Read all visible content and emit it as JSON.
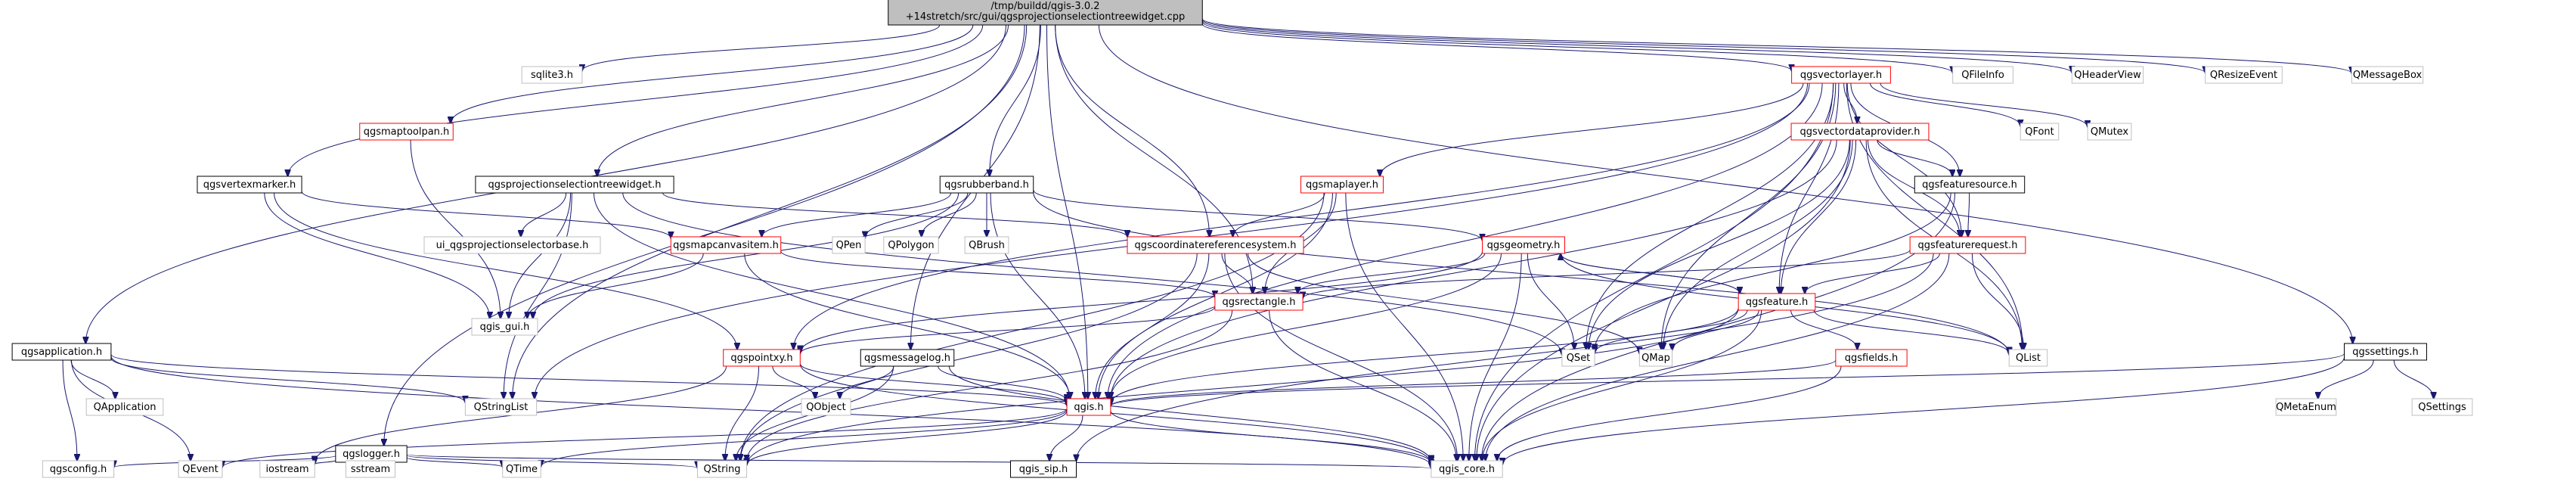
{
  "nodes": {
    "root": {
      "lines": [
        "/tmp/buildd/qgis-3.0.2",
        "+14stretch/src/gui/qgsprojectionselectiontreewidget.cpp"
      ],
      "border": "root"
    },
    "sqlite3": {
      "lines": [
        "sqlite3.h"
      ],
      "border": "gray"
    },
    "qfileinfo": {
      "lines": [
        "QFileInfo"
      ],
      "border": "gray"
    },
    "qheaderview": {
      "lines": [
        "QHeaderView"
      ],
      "border": "gray"
    },
    "qresizeevent": {
      "lines": [
        "QResizeEvent"
      ],
      "border": "gray"
    },
    "qmessagebox": {
      "lines": [
        "QMessageBox"
      ],
      "border": "gray"
    },
    "qgsvectorlayer": {
      "lines": [
        "qgsvectorlayer.h"
      ],
      "border": "red"
    },
    "qgsmaptoolpan": {
      "lines": [
        "qgsmaptoolpan.h"
      ],
      "border": "red"
    },
    "qgsvertexmarker": {
      "lines": [
        "qgsvertexmarker.h"
      ],
      "border": "black"
    },
    "qgsprojselwidget": {
      "lines": [
        "qgsprojectionselectiontreewidget.h"
      ],
      "border": "black"
    },
    "qgsrubberband": {
      "lines": [
        "qgsrubberband.h"
      ],
      "border": "black"
    },
    "qgsmaplayer": {
      "lines": [
        "qgsmaplayer.h"
      ],
      "border": "red"
    },
    "qgsvectordataprovider": {
      "lines": [
        "qgsvectordataprovider.h"
      ],
      "border": "red"
    },
    "qfont": {
      "lines": [
        "QFont"
      ],
      "border": "gray"
    },
    "qmutex": {
      "lines": [
        "QMutex"
      ],
      "border": "gray"
    },
    "qgsfeaturesource": {
      "lines": [
        "qgsfeaturesource.h"
      ],
      "border": "black"
    },
    "qgsfeaturerequest": {
      "lines": [
        "qgsfeaturerequest.h"
      ],
      "border": "red"
    },
    "ui_qgsprojsel": {
      "lines": [
        "ui_qgsprojectionselectorbase.h"
      ],
      "border": "gray"
    },
    "qgsmapcanvasitem": {
      "lines": [
        "qgsmapcanvasitem.h"
      ],
      "border": "red"
    },
    "qpen": {
      "lines": [
        "QPen"
      ],
      "border": "gray"
    },
    "qpolygon": {
      "lines": [
        "QPolygon"
      ],
      "border": "gray"
    },
    "qbrush": {
      "lines": [
        "QBrush"
      ],
      "border": "gray"
    },
    "qgscrs": {
      "lines": [
        "qgscoordinatereferencesystem.h"
      ],
      "border": "red"
    },
    "qgsgeometry": {
      "lines": [
        "qgsgeometry.h"
      ],
      "border": "red"
    },
    "qgsrectangle": {
      "lines": [
        "qgsrectangle.h"
      ],
      "border": "red"
    },
    "qgsfeature": {
      "lines": [
        "qgsfeature.h"
      ],
      "border": "red"
    },
    "qgis_gui": {
      "lines": [
        "qgis_gui.h"
      ],
      "border": "gray"
    },
    "qgsapplication": {
      "lines": [
        "qgsapplication.h"
      ],
      "border": "black"
    },
    "qgspointxy": {
      "lines": [
        "qgspointxy.h"
      ],
      "border": "red"
    },
    "qgsmessagelog": {
      "lines": [
        "qgsmessagelog.h"
      ],
      "border": "black"
    },
    "qset": {
      "lines": [
        "QSet"
      ],
      "border": "gray"
    },
    "qmap": {
      "lines": [
        "QMap"
      ],
      "border": "gray"
    },
    "qgsfields": {
      "lines": [
        "qgsfields.h"
      ],
      "border": "red"
    },
    "qlist": {
      "lines": [
        "QList"
      ],
      "border": "gray"
    },
    "qgssettings": {
      "lines": [
        "qgssettings.h"
      ],
      "border": "black"
    },
    "qapplication": {
      "lines": [
        "QApplication"
      ],
      "border": "gray"
    },
    "qstringlist": {
      "lines": [
        "QStringList"
      ],
      "border": "gray"
    },
    "qobject": {
      "lines": [
        "QObject"
      ],
      "border": "gray"
    },
    "qgis": {
      "lines": [
        "qgis.h"
      ],
      "border": "red"
    },
    "qmetaenum": {
      "lines": [
        "QMetaEnum"
      ],
      "border": "gray"
    },
    "qsettings": {
      "lines": [
        "QSettings"
      ],
      "border": "gray"
    },
    "qgslogger": {
      "lines": [
        "qgslogger.h"
      ],
      "border": "black"
    },
    "qgsconfig": {
      "lines": [
        "qgsconfig.h"
      ],
      "border": "gray"
    },
    "qevent": {
      "lines": [
        "QEvent"
      ],
      "border": "gray"
    },
    "iostream": {
      "lines": [
        "iostream"
      ],
      "border": "gray"
    },
    "sstream": {
      "lines": [
        "sstream"
      ],
      "border": "gray"
    },
    "qtime": {
      "lines": [
        "QTime"
      ],
      "border": "gray"
    },
    "qstring": {
      "lines": [
        "QString"
      ],
      "border": "gray"
    },
    "qgis_sip": {
      "lines": [
        "qgis_sip.h"
      ],
      "border": "black"
    },
    "qgis_core": {
      "lines": [
        "qgis_core.h"
      ],
      "border": "gray"
    }
  },
  "edges": [
    [
      "root",
      "sqlite3"
    ],
    [
      "root",
      "qfileinfo"
    ],
    [
      "root",
      "qheaderview"
    ],
    [
      "root",
      "qresizeevent"
    ],
    [
      "root",
      "qmessagebox"
    ],
    [
      "root",
      "qgsvectorlayer"
    ],
    [
      "root",
      "qgsmaptoolpan"
    ],
    [
      "root",
      "qgsvertexmarker"
    ],
    [
      "root",
      "qgsprojselwidget"
    ],
    [
      "root",
      "qgsrubberband"
    ],
    [
      "root",
      "qgsapplication"
    ],
    [
      "root",
      "qgslogger"
    ],
    [
      "root",
      "qgis"
    ],
    [
      "root",
      "qgscrs"
    ],
    [
      "root",
      "qgsrectangle"
    ],
    [
      "root",
      "qgsmessagelog"
    ],
    [
      "root",
      "qgssettings"
    ],
    [
      "root",
      "qstringlist"
    ],
    [
      "qgsvectorlayer",
      "qgsmaplayer"
    ],
    [
      "qgsvectorlayer",
      "qgsvectordataprovider"
    ],
    [
      "qgsvectorlayer",
      "qfont"
    ],
    [
      "qgsvectorlayer",
      "qmutex"
    ],
    [
      "qgsvectorlayer",
      "qgsfeaturesource"
    ],
    [
      "qgsvectorlayer",
      "qgsfeaturerequest"
    ],
    [
      "qgsvectorlayer",
      "qgsfeature"
    ],
    [
      "qgsvectorlayer",
      "qset"
    ],
    [
      "qgsvectorlayer",
      "qmap"
    ],
    [
      "qgsvectorlayer",
      "qlist"
    ],
    [
      "qgsvectorlayer",
      "qgis"
    ],
    [
      "qgsvectorlayer",
      "qgis_core"
    ],
    [
      "qgsvectorlayer",
      "qgspointxy"
    ],
    [
      "qgsvectorlayer",
      "qstringlist"
    ],
    [
      "qgsvectordataprovider",
      "qgsfeaturesource"
    ],
    [
      "qgsvectordataprovider",
      "qgsfeaturerequest"
    ],
    [
      "qgsvectordataprovider",
      "qgsfeature"
    ],
    [
      "qgsvectordataprovider",
      "qset"
    ],
    [
      "qgsvectordataprovider",
      "qmap"
    ],
    [
      "qgsvectordataprovider",
      "qlist"
    ],
    [
      "qgsvectordataprovider",
      "qgis_core"
    ],
    [
      "qgsvectordataprovider",
      "qgis"
    ],
    [
      "qgsfeaturesource",
      "qgsfeaturerequest"
    ],
    [
      "qgsfeaturesource",
      "qgis_core"
    ],
    [
      "qgsfeaturesource",
      "qset"
    ],
    [
      "qgsfeaturerequest",
      "qgsfeature"
    ],
    [
      "qgsfeaturerequest",
      "qgsrectangle"
    ],
    [
      "qgsfeaturerequest",
      "qlist"
    ],
    [
      "qgsfeaturerequest",
      "qgis_core"
    ],
    [
      "qgsfeaturerequest",
      "qgis_sip"
    ],
    [
      "qgsmaptoolpan",
      "qgis_gui"
    ],
    [
      "qgsvertexmarker",
      "qgsmapcanvasitem"
    ],
    [
      "qgsvertexmarker",
      "qgis_gui"
    ],
    [
      "qgsvertexmarker",
      "qgspointxy"
    ],
    [
      "qgsprojselwidget",
      "ui_qgsprojsel"
    ],
    [
      "qgsprojselwidget",
      "qgis_gui"
    ],
    [
      "qgsprojselwidget",
      "qgscrs"
    ],
    [
      "qgsprojselwidget",
      "qgis"
    ],
    [
      "qgsprojselwidget",
      "qset"
    ],
    [
      "qgsprojselwidget",
      "qstringlist"
    ],
    [
      "qgsrubberband",
      "qgsmapcanvasitem"
    ],
    [
      "qgsrubberband",
      "qpen"
    ],
    [
      "qgsrubberband",
      "qpolygon"
    ],
    [
      "qgsrubberband",
      "qbrush"
    ],
    [
      "qgsrubberband",
      "qgsgeometry"
    ],
    [
      "qgsrubberband",
      "qgis_gui"
    ],
    [
      "qgsrubberband",
      "qgis"
    ],
    [
      "qgsrubberband",
      "qlist"
    ],
    [
      "qgsmaplayer",
      "qgscrs"
    ],
    [
      "qgsmaplayer",
      "qgsrectangle"
    ],
    [
      "qgsmaplayer",
      "qgis"
    ],
    [
      "qgsmaplayer",
      "qgis_core"
    ],
    [
      "qgsmaplayer",
      "qstring"
    ],
    [
      "qgsmapcanvasitem",
      "qgsrectangle"
    ],
    [
      "qgsmapcanvasitem",
      "qgis_gui"
    ],
    [
      "qgsmapcanvasitem",
      "qgis"
    ],
    [
      "qgscrs",
      "qgsrectangle"
    ],
    [
      "qgscrs",
      "qmap"
    ],
    [
      "qgscrs",
      "qgis"
    ],
    [
      "qgscrs",
      "qgis_core"
    ],
    [
      "qgscrs",
      "qstring"
    ],
    [
      "qgsgeometry",
      "qgsfeature"
    ],
    [
      "qgsgeometry",
      "qgsrectangle"
    ],
    [
      "qgsgeometry",
      "qgspointxy"
    ],
    [
      "qgsgeometry",
      "qset"
    ],
    [
      "qgsgeometry",
      "qgis"
    ],
    [
      "qgsgeometry",
      "qgis_core"
    ],
    [
      "qgsgeometry",
      "qlist"
    ],
    [
      "qgsfeature",
      "qgsgeometry"
    ],
    [
      "qgsfeature",
      "qgsfields"
    ],
    [
      "qgsfeature",
      "qset"
    ],
    [
      "qgsfeature",
      "qmap"
    ],
    [
      "qgsfeature",
      "qlist"
    ],
    [
      "qgsfeature",
      "qgis"
    ],
    [
      "qgsfeature",
      "qgis_core"
    ],
    [
      "qgsfeature",
      "qstring"
    ],
    [
      "qgsrectangle",
      "qgspointxy"
    ],
    [
      "qgsrectangle",
      "qgis_core"
    ],
    [
      "qgsrectangle",
      "qstring"
    ],
    [
      "qgsfields",
      "qgis"
    ],
    [
      "qgsfields",
      "qgis_core"
    ],
    [
      "qgsapplication",
      "qapplication"
    ],
    [
      "qgsapplication",
      "qgsconfig"
    ],
    [
      "qgsapplication",
      "qevent"
    ],
    [
      "qgsapplication",
      "qstringlist"
    ],
    [
      "qgsapplication",
      "qgis"
    ],
    [
      "qgsapplication",
      "qgis_core"
    ],
    [
      "qgspointxy",
      "qgis"
    ],
    [
      "qgspointxy",
      "qobject"
    ],
    [
      "qgspointxy",
      "qstring"
    ],
    [
      "qgspointxy",
      "iostream"
    ],
    [
      "qgspointxy",
      "qgis_core"
    ],
    [
      "qgsmessagelog",
      "qgis"
    ],
    [
      "qgsmessagelog",
      "qobject"
    ],
    [
      "qgsmessagelog",
      "qstring"
    ],
    [
      "qgsmessagelog",
      "qgis_core"
    ],
    [
      "qgssettings",
      "qgis"
    ],
    [
      "qgssettings",
      "qmetaenum"
    ],
    [
      "qgssettings",
      "qsettings"
    ],
    [
      "qgssettings",
      "qgis_core"
    ],
    [
      "qgslogger",
      "qgsconfig"
    ],
    [
      "qgslogger",
      "iostream"
    ],
    [
      "qgslogger",
      "sstream"
    ],
    [
      "qgslogger",
      "qtime"
    ],
    [
      "qgslogger",
      "qstring"
    ],
    [
      "qgslogger",
      "qgis_core"
    ],
    [
      "qgis",
      "qevent"
    ],
    [
      "qgis",
      "qtime"
    ],
    [
      "qgis",
      "qstring"
    ],
    [
      "qgis",
      "qgis_sip"
    ],
    [
      "qgis",
      "qgis_core"
    ]
  ]
}
